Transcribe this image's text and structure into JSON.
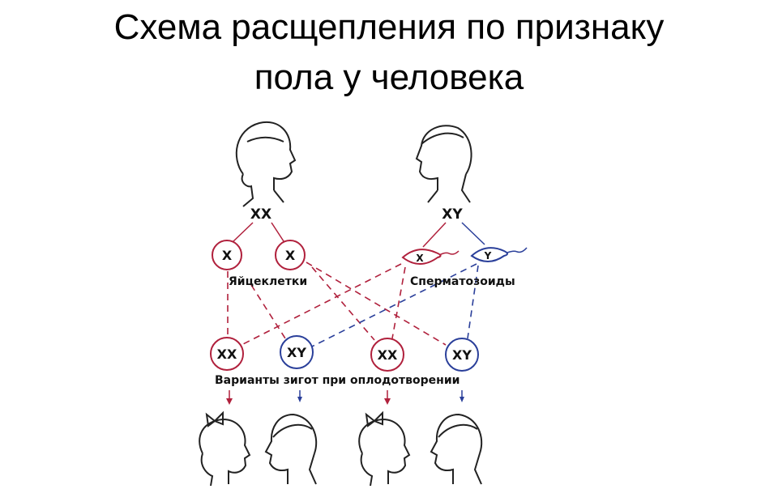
{
  "title_line1": "Схема расщепления по признаку",
  "title_line2": "пола у человека",
  "parents": {
    "mother_genotype": "XX",
    "father_genotype": "XY"
  },
  "eggs": {
    "label": "Яйцеклетки",
    "cells": [
      "X",
      "X"
    ]
  },
  "sperm": {
    "label": "Сперматозоиды",
    "cells": [
      "X",
      "Y"
    ]
  },
  "zygotes": {
    "label": "Варианты зигот при оплодотворении",
    "cells": [
      "XX",
      "XY",
      "XX",
      "XY"
    ]
  },
  "colors": {
    "female": "#b0203c",
    "male": "#2a3f9a"
  }
}
